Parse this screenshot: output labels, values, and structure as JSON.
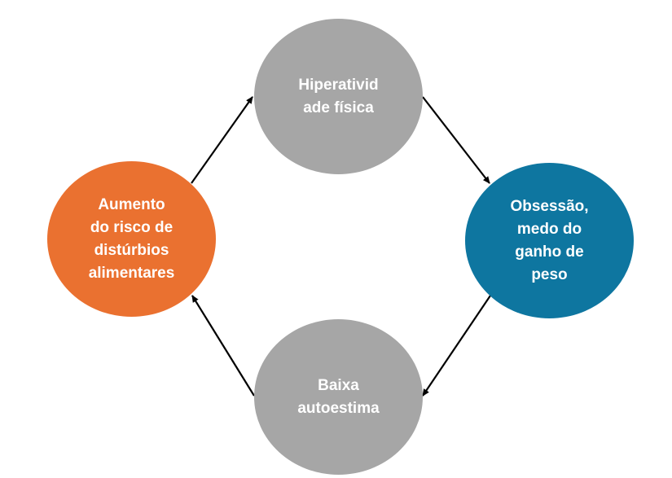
{
  "nodes": {
    "top": {
      "label": "Hiperativid\nade física",
      "color": "#a6a6a6"
    },
    "right": {
      "label": "Obsessão,\nmedo do\nganho de\npeso",
      "color": "#0e76a0"
    },
    "bottom": {
      "label": "Baixa\nautoestima",
      "color": "#a6a6a6"
    },
    "left": {
      "label": "Aumento\ndo risco de\ndistúrbios\nalimentares",
      "color": "#ea7130"
    }
  },
  "edges": [
    {
      "from": "Aumento do risco de distúrbios alimentares",
      "to": "Hiperatividade física"
    },
    {
      "from": "Hiperatividade física",
      "to": "Obsessão, medo do ganho de peso"
    },
    {
      "from": "Obsessão, medo do ganho de peso",
      "to": "Baixa autoestima"
    },
    {
      "from": "Baixa autoestima",
      "to": "Aumento do risco de distúrbios alimentares"
    }
  ],
  "arrow_color": "#000000"
}
